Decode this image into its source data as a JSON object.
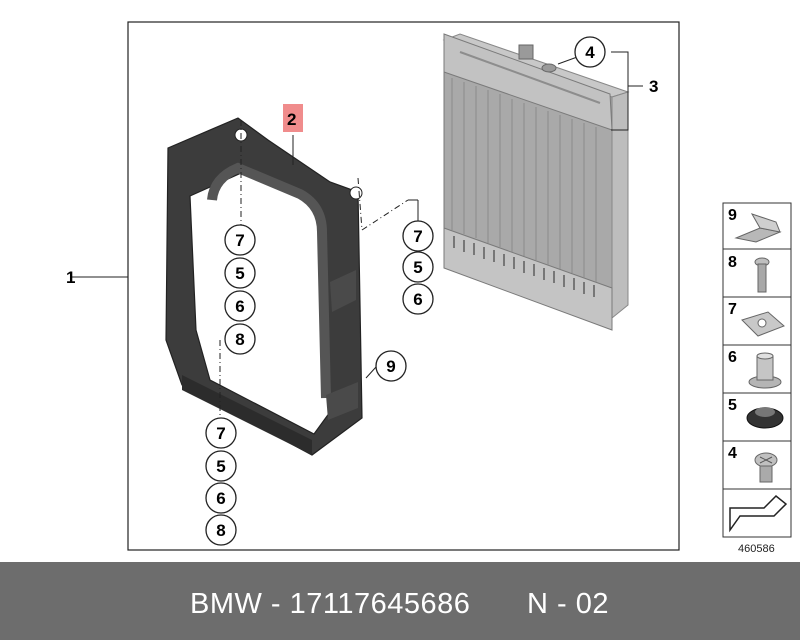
{
  "diagram": {
    "main_callouts": {
      "frame": "1",
      "part_highlight": "2",
      "radiator": "3",
      "radiator_plug": "4"
    },
    "fastener_stack_left_top": [
      "7",
      "5",
      "6",
      "8"
    ],
    "fastener_stack_left_bottom": [
      "7",
      "5",
      "6",
      "8"
    ],
    "fastener_stack_right": [
      "7",
      "5",
      "6"
    ],
    "clip_callout": "9",
    "legend_items": [
      "9",
      "8",
      "7",
      "6",
      "5",
      "4"
    ],
    "drawing_number": "460586",
    "highlight_color": "#f08c8c"
  },
  "footer": {
    "brand_part": "BMW - 17117645686",
    "variant": "N - 02"
  }
}
